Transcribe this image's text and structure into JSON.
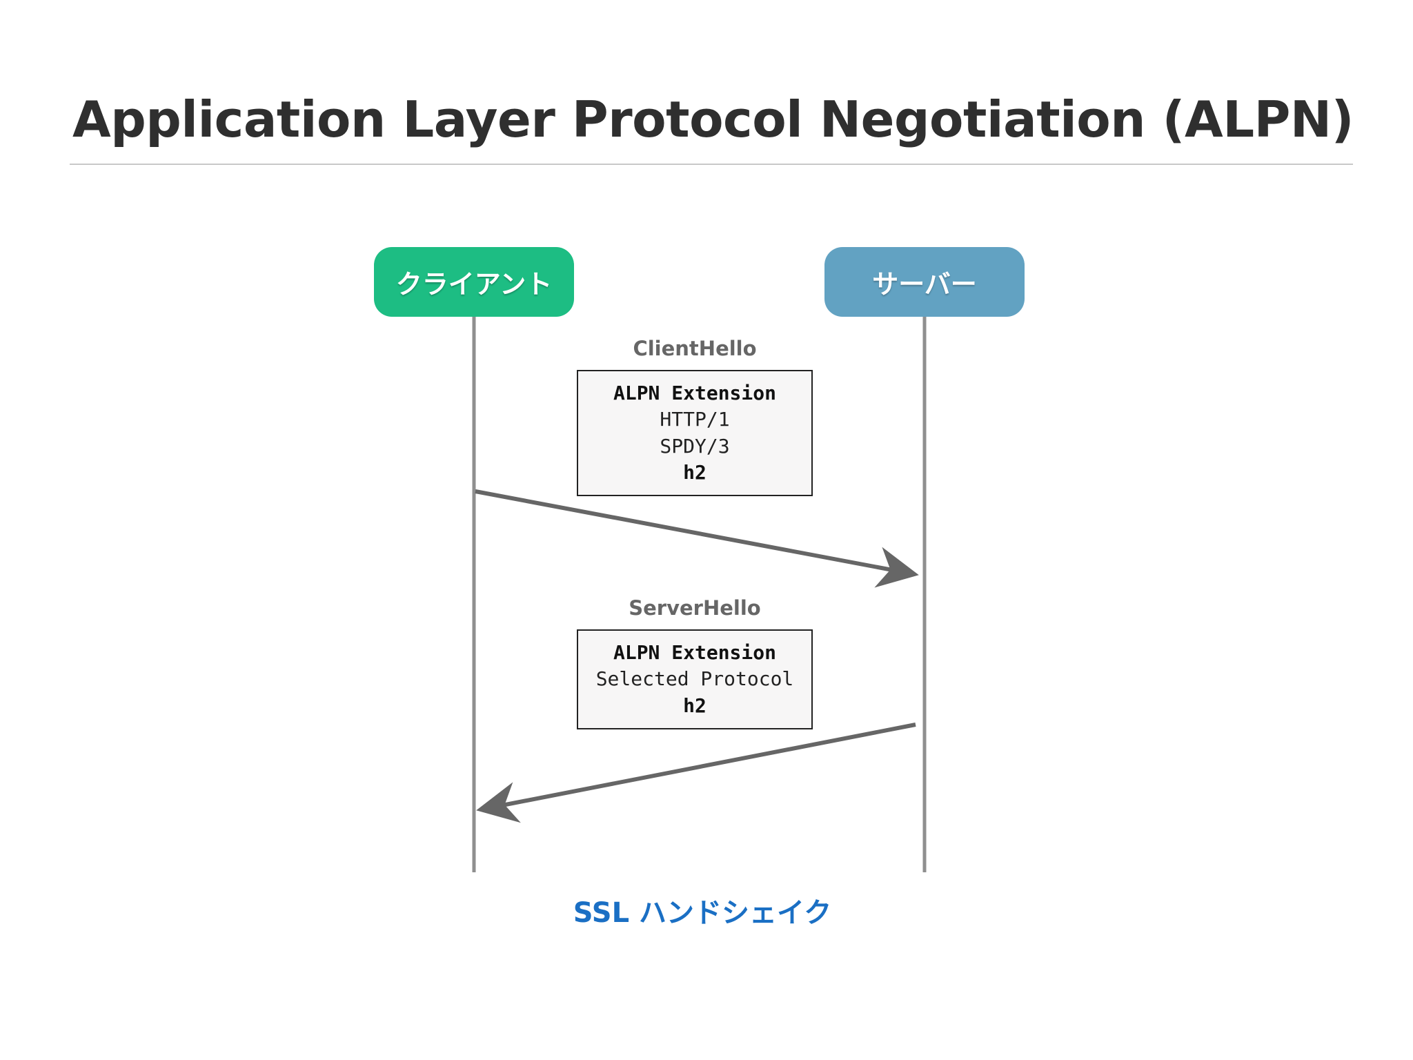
{
  "title": "Application Layer Protocol Negotiation (ALPN)",
  "colors": {
    "client": "#1dbd83",
    "server": "#62a2c2",
    "lifeline": "#8f8f8f",
    "arrow": "#666666",
    "footer": "#1a6fc4"
  },
  "actors": {
    "client": "クライアント",
    "server": "サーバー"
  },
  "messages": [
    {
      "label": "ClientHello",
      "heading": "ALPN Extension",
      "lines": [
        "HTTP/1",
        "SPDY/3"
      ],
      "final": "h2",
      "direction": "client-to-server"
    },
    {
      "label": "ServerHello",
      "heading": "ALPN Extension",
      "lines": [
        "Selected Protocol"
      ],
      "final": "h2",
      "direction": "server-to-client"
    }
  ],
  "footer": "SSL ハンドシェイク"
}
